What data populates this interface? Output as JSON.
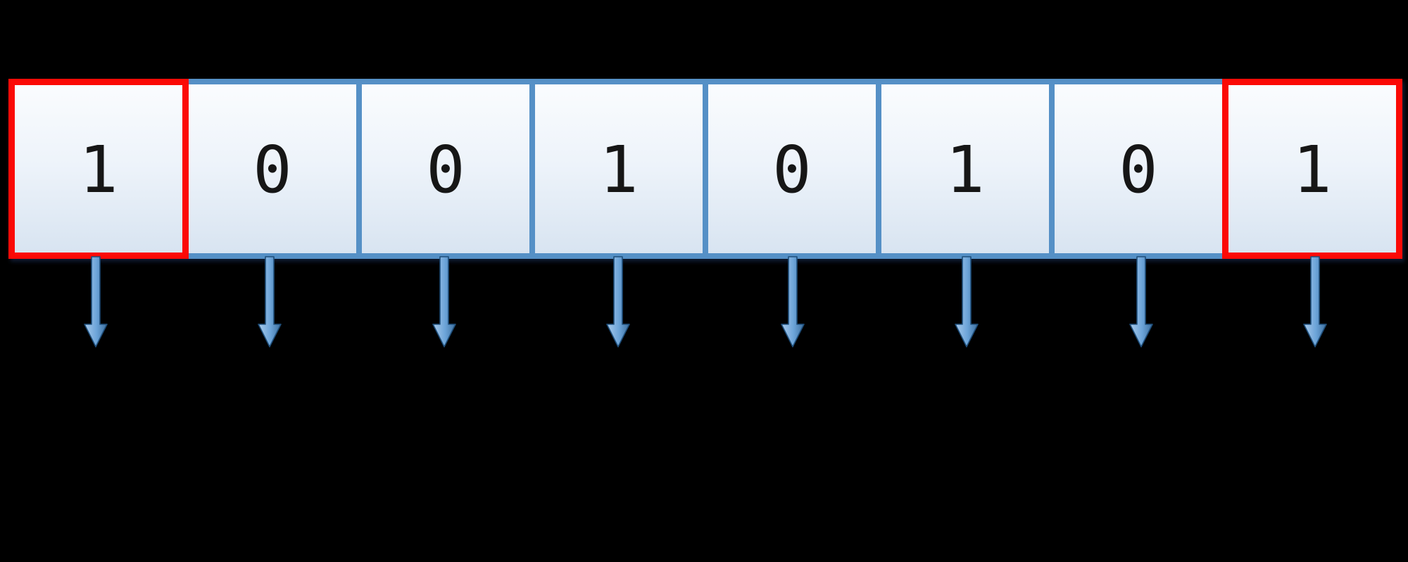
{
  "diagram": {
    "kind": "binary-byte",
    "bit_count": 8,
    "value_string": "10010101"
  },
  "bits": [
    "1",
    "0",
    "0",
    "1",
    "0",
    "1",
    "0",
    "1"
  ],
  "bit_styles": [
    "red-highlight",
    "blue",
    "blue",
    "blue",
    "blue",
    "blue",
    "blue",
    "red-highlight"
  ],
  "icons": {
    "per_bit_icon": "down-arrow-icon",
    "glyph": "↓"
  },
  "colors": {
    "background": "#000000",
    "bit_border_blue": "#5590c6",
    "bit_border_red": "#fb0a06",
    "cell_fill_top": "#fafcfe",
    "cell_fill_mid": "#edf3fa",
    "cell_fill_bottom": "#d8e4f1",
    "digit": "#161616",
    "arrow_light": "#a9cbec",
    "arrow_mid": "#6ba3d8",
    "arrow_dark": "#3d6f9e",
    "arrow_outline": "#1e4e7a"
  }
}
